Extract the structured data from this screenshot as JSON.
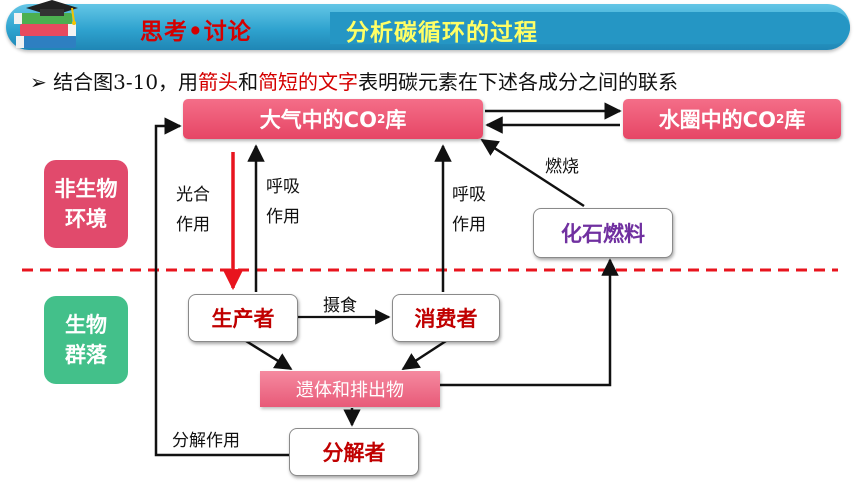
{
  "header": {
    "section_label": "思考•讨论",
    "title": "分析碳循环的过程"
  },
  "instruction": {
    "bullet": "➢",
    "prefix": "结合图3-10，用",
    "highlight1": "箭头",
    "middle": "和",
    "highlight2": "简短的文字",
    "suffix": "表明碳元素在下述各成分之间的联系"
  },
  "side_labels": {
    "environment": [
      "非生物",
      "环境"
    ],
    "community": [
      "生物",
      "群落"
    ]
  },
  "nodes": {
    "atmosphere": {
      "main": "大气中的CO",
      "sub": "2",
      "tail": "库"
    },
    "hydrosphere": {
      "main": "水圈中的CO",
      "sub": "2",
      "tail": "库"
    },
    "producer": "生产者",
    "consumer": "消费者",
    "fossil_fuel": "化石燃料",
    "remains": "遗体和排出物",
    "decomposer": "分解者"
  },
  "edge_labels": {
    "photosynthesis": [
      "光合",
      "作用"
    ],
    "respiration_producer": [
      "呼吸",
      "作用"
    ],
    "respiration_consumer": [
      "呼吸",
      "作用"
    ],
    "combustion": "燃烧",
    "ingestion": "摄食",
    "decomposition": "分解作用"
  },
  "colors": {
    "header": "#2fa3cf",
    "section_label": "#d40000",
    "title": "#ffff66",
    "highlight": "#d40000",
    "node_pink": "#e64665",
    "node_text_red": "#c00000",
    "node_text_purple": "#7030a0",
    "env_label": "#e14a6c",
    "community_label": "#43c08a",
    "photosynthesis_arrow": "#e8141e",
    "divider": "#e8141e"
  }
}
